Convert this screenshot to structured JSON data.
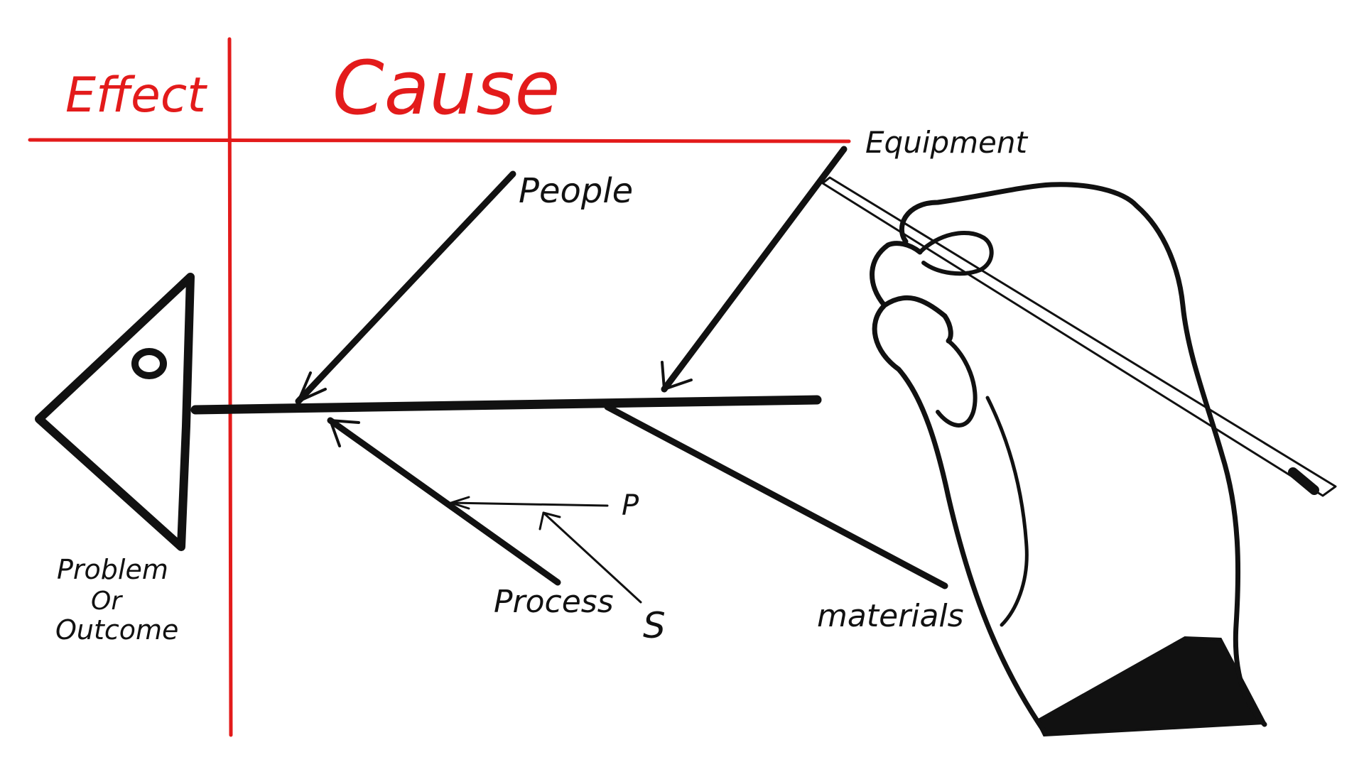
{
  "headers": {
    "effect": "Effect",
    "cause": "Cause"
  },
  "categories": {
    "people": "People",
    "equipment": "Equipment",
    "process": "Process",
    "materials": "materials"
  },
  "sub_causes": {
    "p": "P",
    "s": "S"
  },
  "effect_box": {
    "line1": "Problem",
    "line2": "Or",
    "line3": "Outcome"
  },
  "colors": {
    "accent_red": "#e31b1b",
    "ink": "#111111",
    "background": "#ffffff"
  },
  "icons": {
    "hand": "hand-holding-pen-icon",
    "fish_head": "fish-head-icon"
  }
}
